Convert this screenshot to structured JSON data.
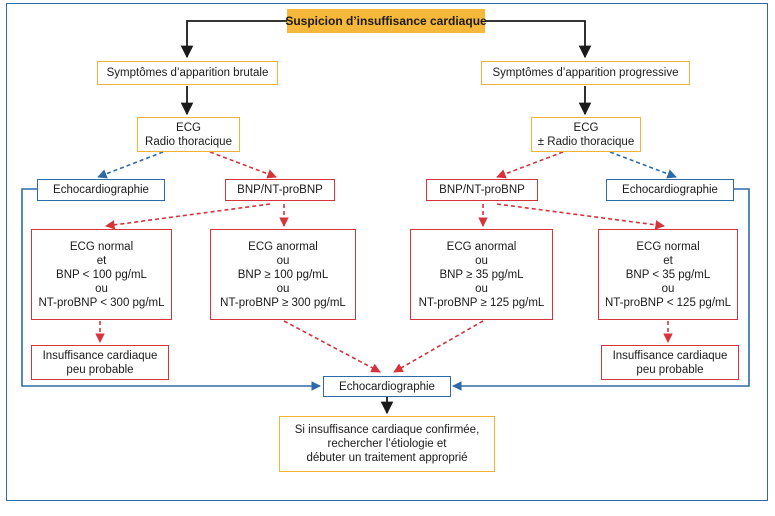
{
  "top": "Suspicion d’insuffisance cardiaque",
  "left": {
    "onset": "Symptômes d’apparition brutale",
    "exam": [
      "ECG",
      "Radio thoracique"
    ],
    "echo": "Echocardiographie",
    "bnp": "BNP/NT-proBNP",
    "normal": [
      "ECG normal",
      "et",
      "BNP < 100 pg/mL",
      "ou",
      "NT-proBNP < 300 pg/mL"
    ],
    "abnormal": [
      "ECG anormal",
      "ou",
      "BNP ≥ 100 pg/mL",
      "ou",
      "NT-proBNP ≥ 300 pg/mL"
    ],
    "unlikely": [
      "Insuffisance cardiaque",
      "peu probable"
    ]
  },
  "right": {
    "onset": "Symptômes d’apparition progressive",
    "exam": [
      "ECG",
      "± Radio thoracique"
    ],
    "bnp": "BNP/NT-proBNP",
    "echo": "Echocardiographie",
    "abnormal": [
      "ECG anormal",
      "ou",
      "BNP ≥ 35 pg/mL",
      "ou",
      "NT-proBNP ≥ 125 pg/mL"
    ],
    "normal": [
      "ECG normal",
      "et",
      "BNP < 35 pg/mL",
      "ou",
      "NT-proBNP < 125 pg/mL"
    ],
    "unlikely": [
      "Insuffisance cardiaque",
      "peu probable"
    ]
  },
  "center_echo": "Echocardiographie",
  "conclusion": [
    "Si insuffisance cardiaque confirmée,",
    "rechercher l’étiologie et",
    "débuter un traitement approprié"
  ],
  "colors": {
    "black": "#1a1a1a",
    "red": "#d6333a",
    "blue": "#2f6aa8",
    "yellow": "#f2b233",
    "title_fill": "#f6b83a"
  }
}
